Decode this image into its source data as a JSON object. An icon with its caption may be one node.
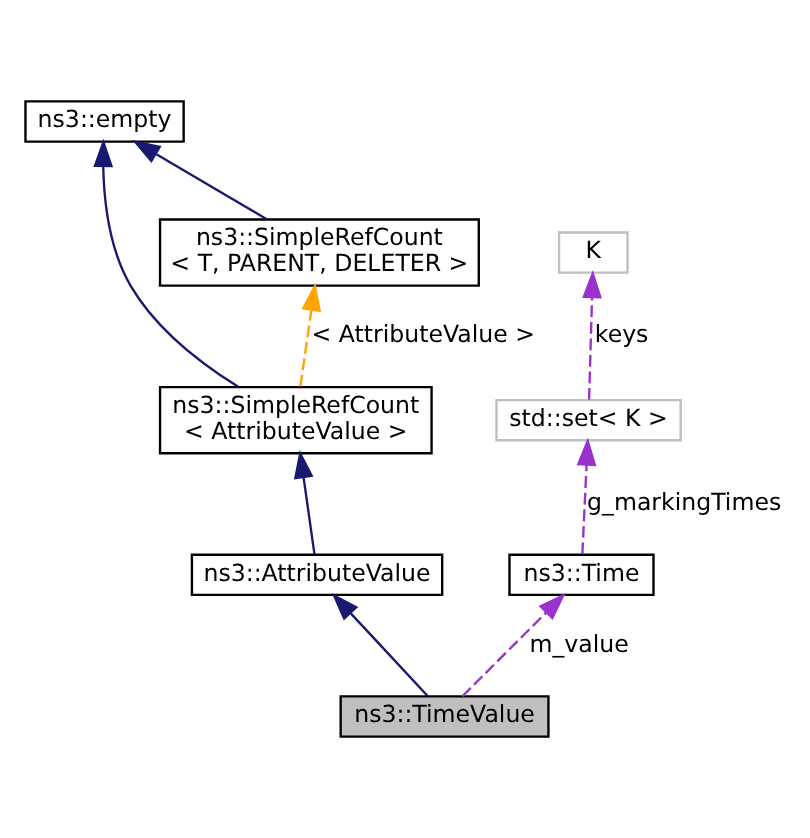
{
  "diagram": {
    "nodes": [
      {
        "text": [
          "ns3::empty"
        ]
      },
      {
        "text": [
          "K"
        ]
      },
      {
        "text": [
          "ns3::SimpleRefCount < T, PARENT, DELETER >"
        ]
      },
      {
        "text": [
          "std::set< K >"
        ]
      },
      {
        "text": [
          "ns3::SimpleRefCount < AttributeValue >"
        ]
      },
      {
        "text": [
          "ns3::AttributeValue"
        ]
      },
      {
        "text": [
          "ns3::Time"
        ]
      },
      {
        "text": [
          "ns3::TimeValue"
        ]
      }
    ],
    "edges": [
      {
        "from": 7,
        "to": 5,
        "arrow": "to"
      },
      {
        "from": 7,
        "to": 6,
        "arrow": "to",
        "label": "m_value",
        "style": "dashed",
        "color": "#9a32cd"
      },
      {
        "from": 5,
        "to": 4,
        "arrow": "to"
      },
      {
        "from": 4,
        "to": 0,
        "arrow": "to"
      },
      {
        "from": 4,
        "to": 2,
        "arrow": "to",
        "label": "< AttributeValue >",
        "style": "dashed",
        "color": "#ffa500"
      },
      {
        "from": 2,
        "to": 0,
        "arrow": "to"
      },
      {
        "from": 6,
        "to": 3,
        "arrow": "to",
        "label": "g_markingTimes",
        "style": "dashed",
        "color": "#9a32cd"
      },
      {
        "from": 3,
        "to": 1,
        "arrow": "to",
        "label": "keys",
        "style": "dashed",
        "color": "#9a32cd"
      }
    ]
  }
}
